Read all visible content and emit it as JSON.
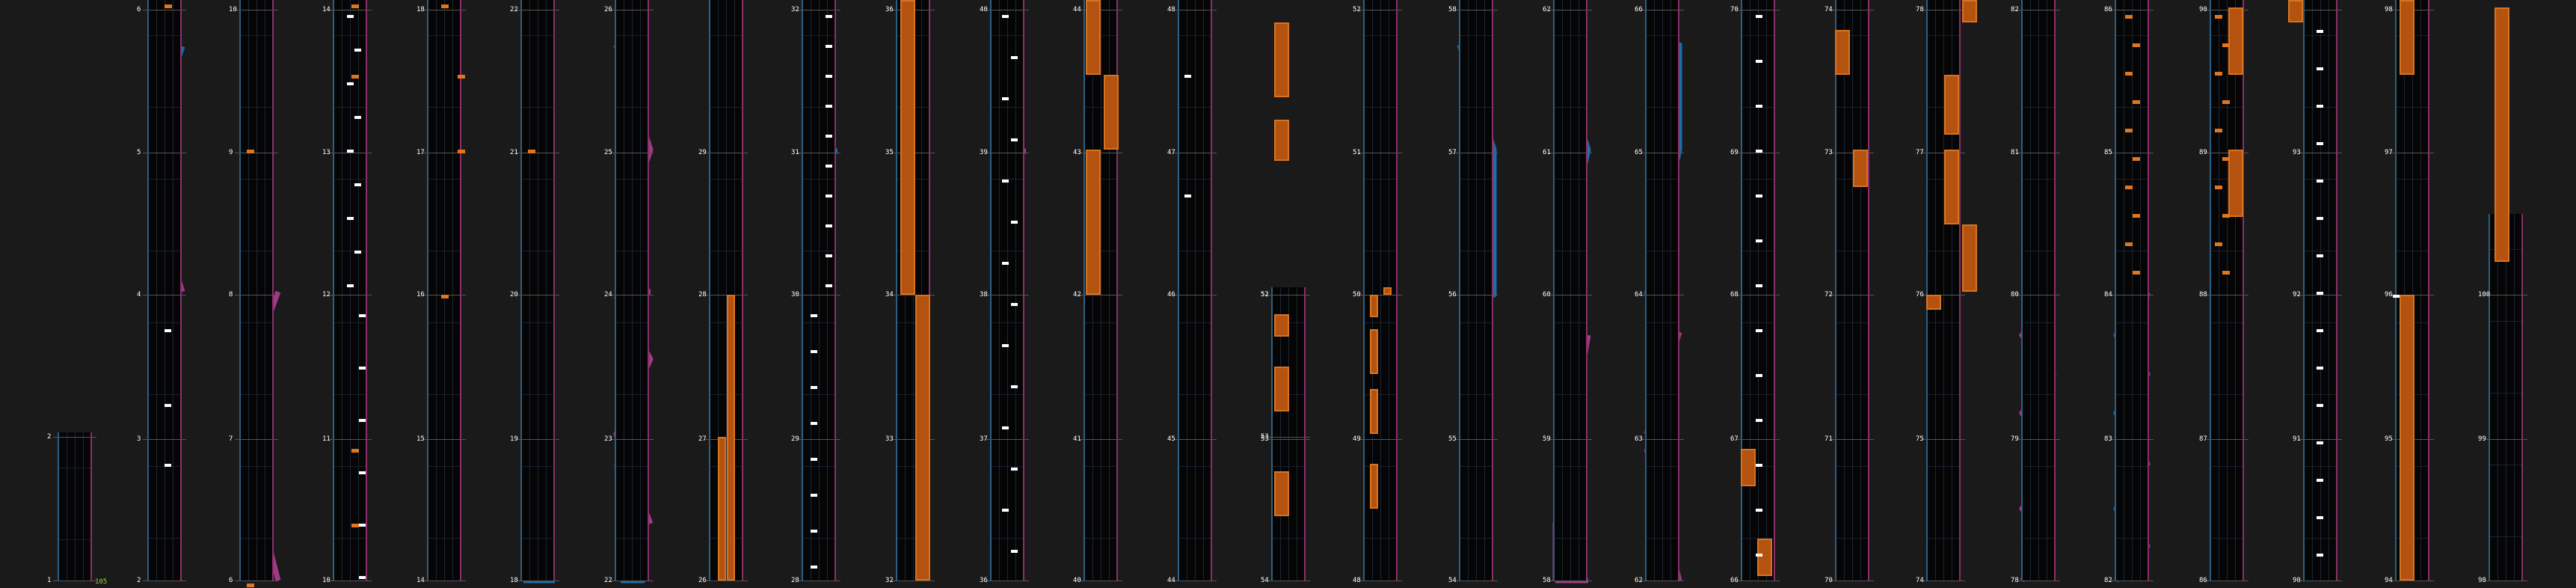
{
  "chart": {
    "combo_label": "105",
    "colors": {
      "background": "#1a1a1a",
      "lane_bg": "#050505",
      "lane_left_border": "#2b5f86",
      "lane_right_border": "#8a2f6a",
      "slide_blue": "#1b6ea8",
      "slide_magenta": "#a03a86",
      "tap_note": "#e0761e",
      "hold_fill": "#b4520f",
      "white_note": "#ffffff"
    },
    "measure_numbers": [
      "1",
      "2",
      "3",
      "4",
      "5",
      "6",
      "7",
      "8",
      "9",
      "10",
      "11",
      "12",
      "13",
      "14",
      "15",
      "16",
      "17",
      "18",
      "19",
      "20",
      "21",
      "22",
      "23",
      "24",
      "25",
      "26",
      "27",
      "28",
      "29",
      "30",
      "31",
      "32",
      "33",
      "34",
      "35",
      "36",
      "37",
      "38",
      "39",
      "40",
      "41",
      "42",
      "43",
      "44",
      "45",
      "46",
      "47",
      "48",
      "49",
      "50",
      "51",
      "52",
      "53",
      "54",
      "55",
      "56",
      "57",
      "58",
      "59",
      "60",
      "61",
      "62",
      "63",
      "64",
      "65",
      "66",
      "67",
      "68",
      "69",
      "70",
      "71",
      "72",
      "73",
      "74",
      "75",
      "76",
      "77",
      "78",
      "79",
      "80",
      "81",
      "82",
      "83",
      "84",
      "85",
      "86",
      "87",
      "88",
      "89",
      "90",
      "91",
      "92",
      "93",
      "94",
      "95",
      "96",
      "97",
      "98",
      "99",
      "100"
    ]
  }
}
